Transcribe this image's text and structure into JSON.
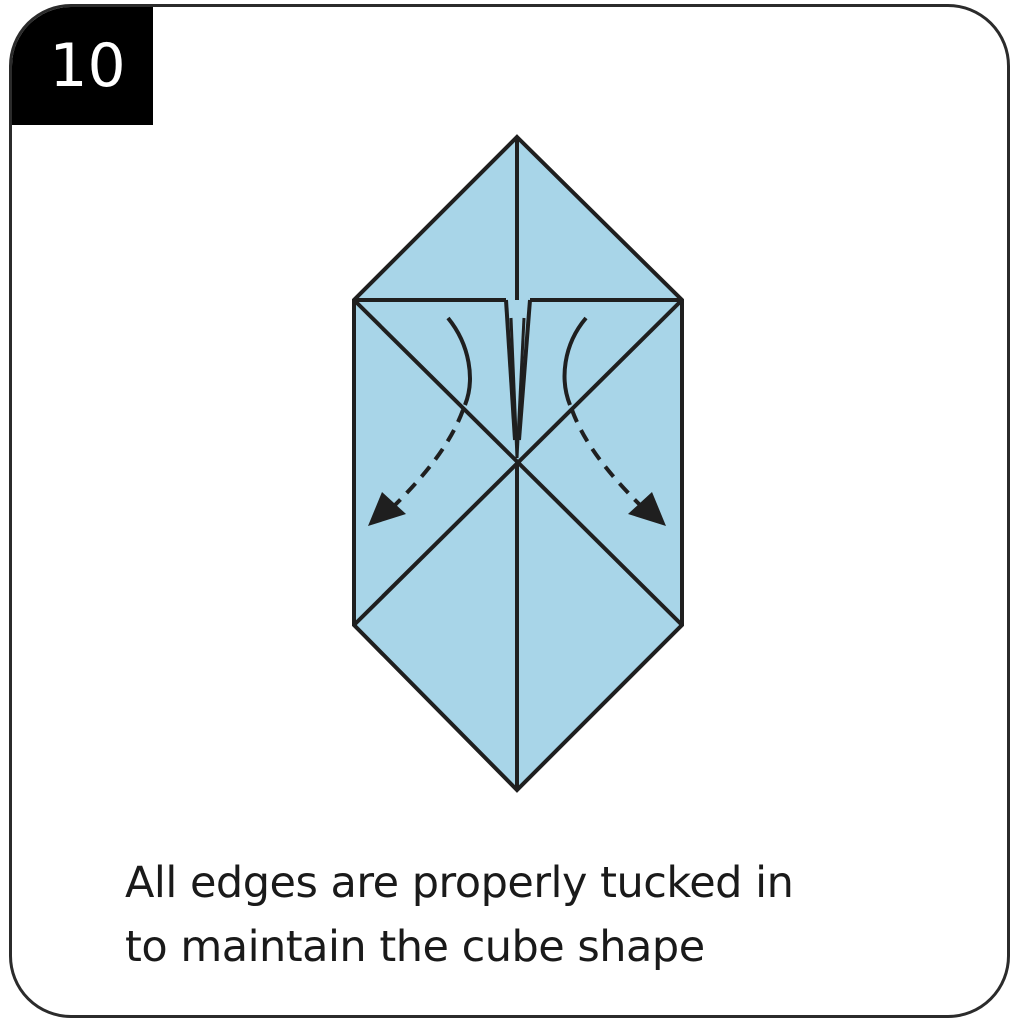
{
  "step": {
    "number": "10"
  },
  "caption": {
    "line1": "All edges are properly tucked in",
    "line2": "to maintain the cube shape"
  },
  "colors": {
    "paper": "#a8d5e8",
    "outline": "#1f1f1f",
    "badge": "#000000"
  },
  "icons": [
    "fold-arrow-left-icon",
    "fold-arrow-right-icon"
  ]
}
